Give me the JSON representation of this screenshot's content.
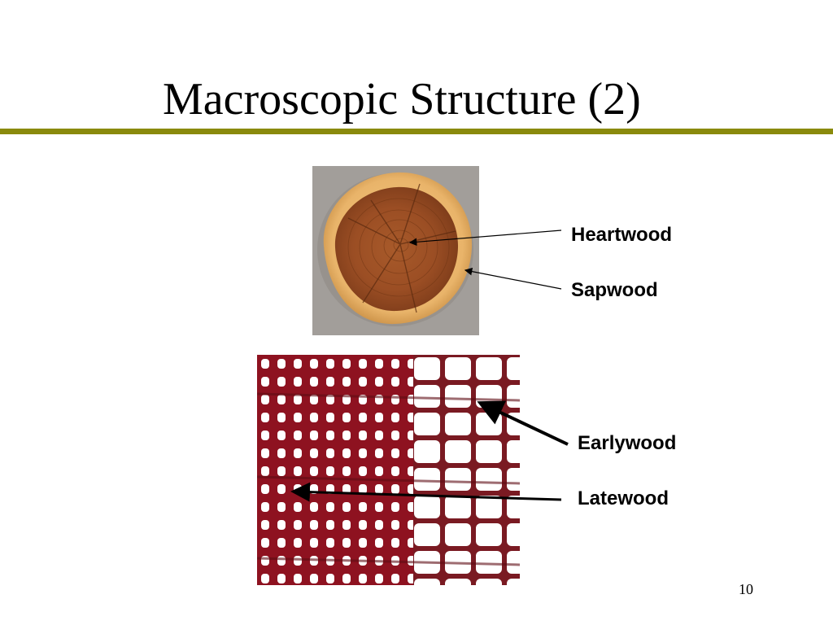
{
  "slide": {
    "title": "Macroscopic Structure (2)",
    "page_number": "10",
    "accent_color": "#8a8a0c"
  },
  "images": [
    {
      "name": "wood-cross-section-photo",
      "labels": [
        "Heartwood",
        "Sapwood"
      ]
    },
    {
      "name": "wood-cell-micrograph",
      "labels": [
        "Earlywood",
        "Latewood"
      ]
    }
  ],
  "labels": {
    "heartwood": "Heartwood",
    "sapwood": "Sapwood",
    "earlywood": "Earlywood",
    "latewood": "Latewood"
  }
}
